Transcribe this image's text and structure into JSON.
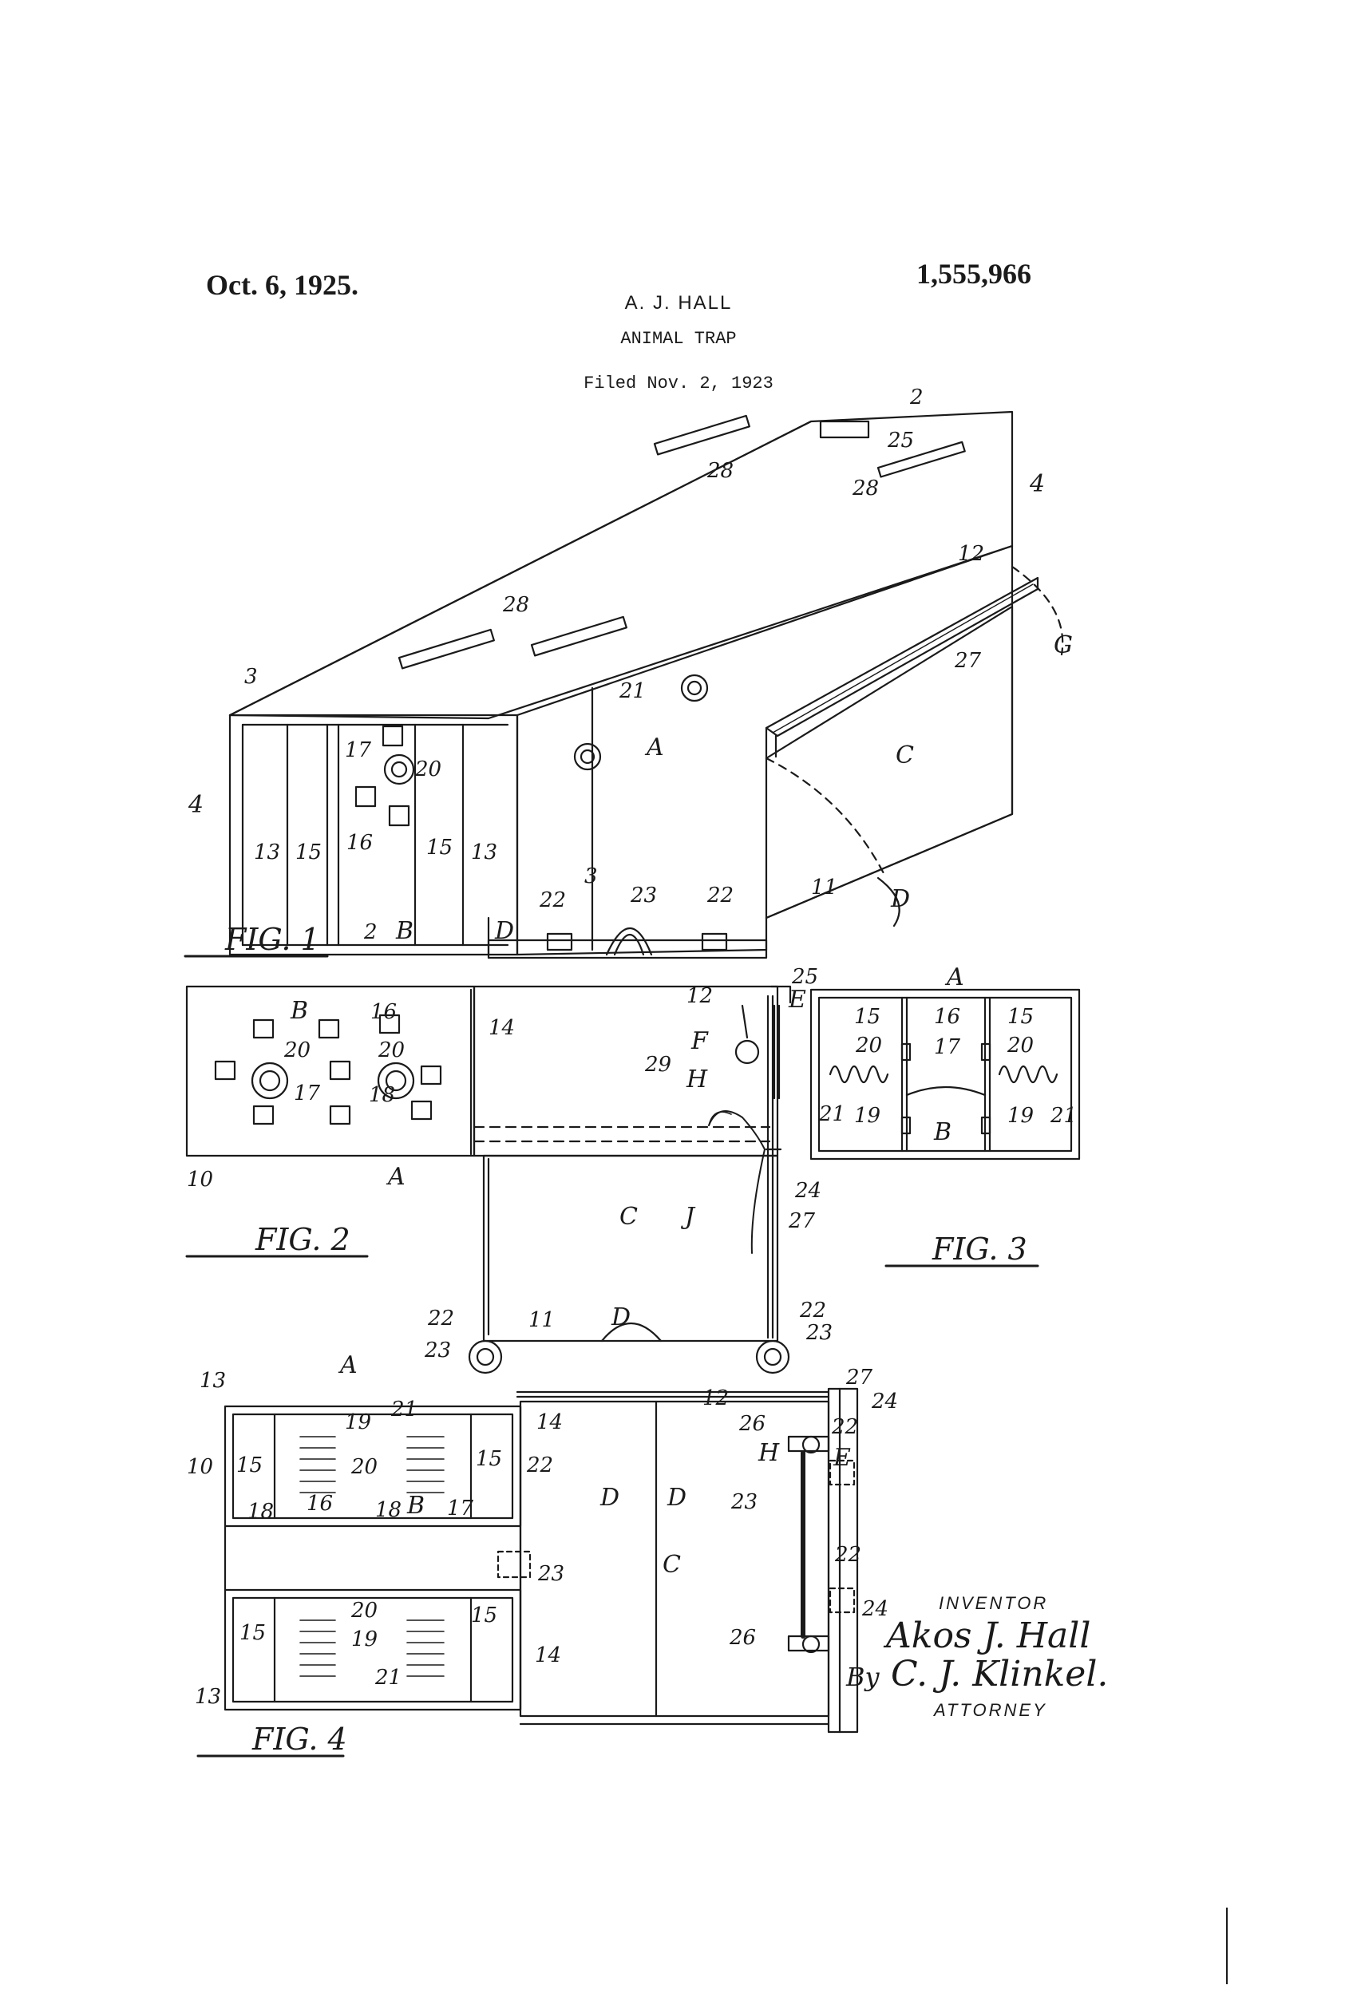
{
  "header": {
    "date": "Oct. 6, 1925.",
    "patent_number": "1,555,966",
    "inventor_short": "A. J. HALL",
    "title": "ANIMAL TRAP",
    "filed": "Filed Nov. 2, 1923"
  },
  "figures": {
    "fig1": {
      "caption": "FIG. 1",
      "labels": [
        "2",
        "25",
        "28",
        "28",
        "28",
        "4",
        "12",
        "G",
        "27",
        "3",
        "21",
        "A",
        "C",
        "17",
        "20",
        "4",
        "13",
        "15",
        "16",
        "15",
        "13",
        "3",
        "11",
        "D",
        "2",
        "B",
        "D",
        "22",
        "23",
        "22"
      ]
    },
    "fig2": {
      "caption": "FIG. 2",
      "labels": [
        "B",
        "16",
        "20",
        "20",
        "14",
        "17",
        "18",
        "10",
        "A",
        "25",
        "E",
        "12",
        "F",
        "29",
        "H",
        "24",
        "C",
        "J",
        "27",
        "22",
        "23",
        "11",
        "D",
        "22",
        "23"
      ]
    },
    "fig3": {
      "caption": "FIG. 3",
      "labels": [
        "A",
        "15",
        "16",
        "15",
        "20",
        "17",
        "20",
        "21",
        "19",
        "19",
        "B",
        "21"
      ]
    },
    "fig4": {
      "caption": "FIG. 4",
      "labels": [
        "13",
        "A",
        "21",
        "14",
        "12",
        "27",
        "24",
        "19",
        "26",
        "22",
        "10",
        "15",
        "20",
        "15",
        "22",
        "H",
        "E",
        "18",
        "16",
        "18",
        "B",
        "17",
        "D",
        "D",
        "23",
        "23",
        "C",
        "22",
        "15",
        "20",
        "19",
        "15",
        "14",
        "26",
        "24",
        "21",
        "13"
      ]
    }
  },
  "signature": {
    "inventor_label": "INVENTOR",
    "inventor_name": "Akos J. Hall",
    "by": "By",
    "attorney_name": "C. J. Klinkel.",
    "attorney_label": "ATTORNEY"
  }
}
